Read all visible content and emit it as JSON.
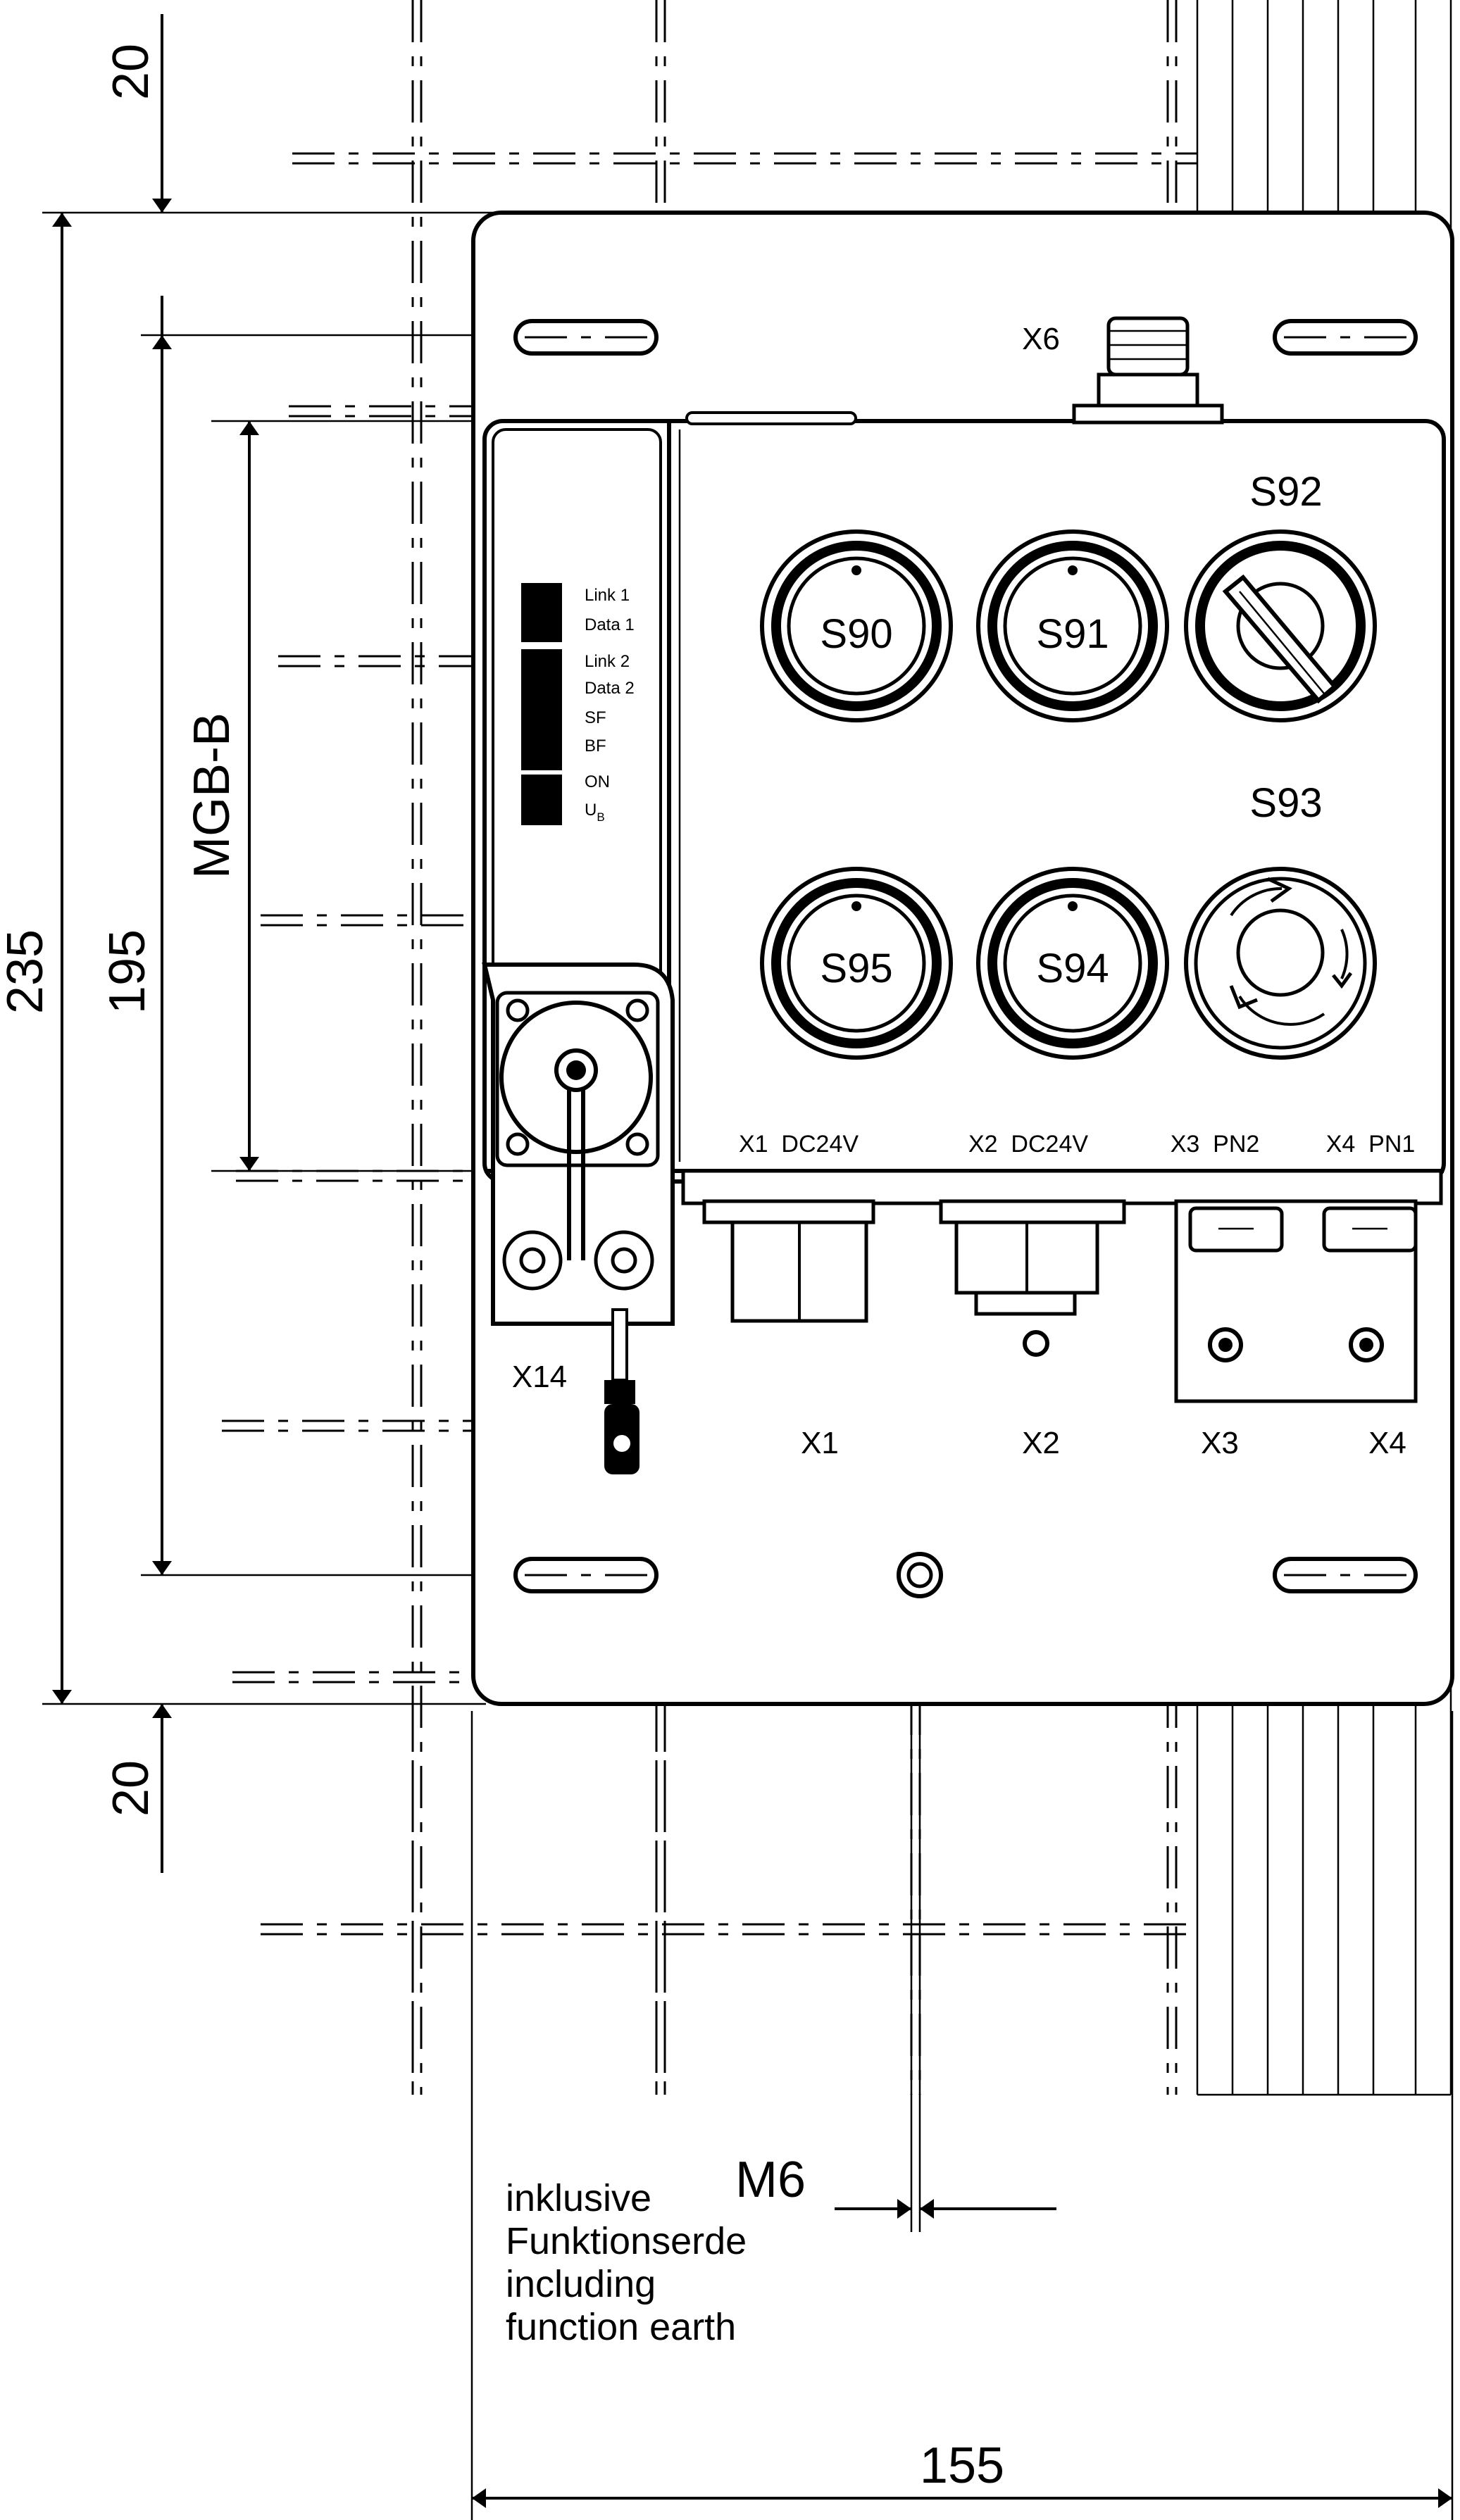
{
  "dimensions": {
    "top_margin": "20",
    "bottom_margin": "20",
    "overall_height": "235",
    "hole_spacing": "195",
    "device_name": "MGB-B",
    "overall_width": "155"
  },
  "connectors": {
    "x6": "X6",
    "x14": "X14",
    "x1": "X1",
    "x2": "X2",
    "x3": "X3",
    "x4": "X4"
  },
  "port_labels": {
    "x1": "X1  DC24V",
    "x2": "X2  DC24V",
    "x3": "X3  PN2",
    "x4": "X4  PN1"
  },
  "buttons": {
    "s90": "S90",
    "s91": "S91",
    "s92": "S92",
    "s93": "S93",
    "s94": "S94",
    "s95": "S95"
  },
  "leds": {
    "link1": "Link 1",
    "data1": "Data 1",
    "link2": "Link 2",
    "data2": "Data 2",
    "sf": "SF",
    "bf": "BF",
    "on": "ON",
    "ub_main": "U",
    "ub_sub": "B"
  },
  "earth": {
    "thread": "M6",
    "note_line1": "inklusive",
    "note_line2": "Funktionserde",
    "note_line3": "including",
    "note_line4": "function earth"
  }
}
